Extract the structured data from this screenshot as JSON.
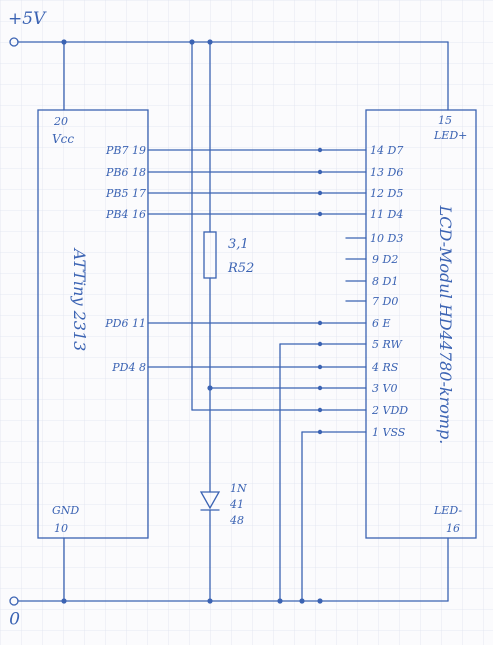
{
  "power": {
    "vplus": "+5V",
    "gnd": "0"
  },
  "mcu": {
    "name": "ATTiny 2313",
    "vcc_pin": "20",
    "vcc_label": "Vcc",
    "gnd_label": "GND",
    "gnd_pin": "10",
    "pins": [
      {
        "label": "PB7 19"
      },
      {
        "label": "PB6 18"
      },
      {
        "label": "PB5 17"
      },
      {
        "label": "PB4 16"
      },
      {
        "label": "PD6 11"
      },
      {
        "label": "PD4 8"
      }
    ]
  },
  "lcd": {
    "name": "LCD-Modul HD44780-kromp.",
    "top_pin": "15",
    "top_label": "LED+",
    "bottom_label": "LED-",
    "bottom_pin": "16",
    "pins": [
      {
        "label": "14 D7"
      },
      {
        "label": "13 D6"
      },
      {
        "label": "12 D5"
      },
      {
        "label": "11 D4"
      },
      {
        "label": "10 D3"
      },
      {
        "label": "9 D2"
      },
      {
        "label": "8 D1"
      },
      {
        "label": "7 D0"
      },
      {
        "label": "6 E"
      },
      {
        "label": "5 RW"
      },
      {
        "label": "4 RS"
      },
      {
        "label": "3 V0"
      },
      {
        "label": "2 VDD"
      },
      {
        "label": "1 VSS"
      }
    ]
  },
  "resistor": {
    "value": "3,1",
    "name": "R52"
  },
  "diode": {
    "line1": "1N",
    "line2": "41",
    "line3": "48"
  },
  "colors": {
    "ink": "#3b63b3",
    "grid": "#dfe3ee",
    "paper": "#fbfbfd"
  }
}
